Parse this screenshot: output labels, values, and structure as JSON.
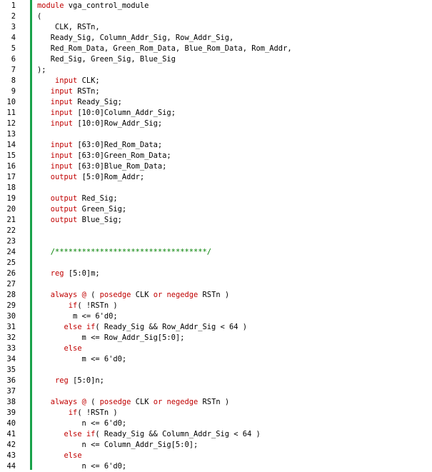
{
  "editor": {
    "colors": {
      "keyword": "#c00000",
      "comment": "#008000",
      "text": "#000000",
      "fold_bar": "#19a24a"
    },
    "lines": [
      {
        "n": "1",
        "tokens": [
          [
            "kw",
            "module"
          ],
          [
            "t",
            " vga_control_module"
          ]
        ]
      },
      {
        "n": "2",
        "tokens": [
          [
            "t",
            "("
          ]
        ]
      },
      {
        "n": "3",
        "tokens": [
          [
            "t",
            "    CLK, RSTn,"
          ]
        ]
      },
      {
        "n": "4",
        "tokens": [
          [
            "t",
            "   Ready_Sig, Column_Addr_Sig, Row_Addr_Sig,"
          ]
        ]
      },
      {
        "n": "5",
        "tokens": [
          [
            "t",
            "   Red_Rom_Data, Green_Rom_Data, Blue_Rom_Data, Rom_Addr,"
          ]
        ]
      },
      {
        "n": "6",
        "tokens": [
          [
            "t",
            "   Red_Sig, Green_Sig, Blue_Sig"
          ]
        ]
      },
      {
        "n": "7",
        "tokens": [
          [
            "t",
            ");"
          ]
        ]
      },
      {
        "n": "8",
        "tokens": [
          [
            "t",
            "    "
          ],
          [
            "kw",
            "input"
          ],
          [
            "t",
            " CLK;"
          ]
        ]
      },
      {
        "n": "9",
        "tokens": [
          [
            "t",
            "   "
          ],
          [
            "kw",
            "input"
          ],
          [
            "t",
            " RSTn;"
          ]
        ]
      },
      {
        "n": "10",
        "tokens": [
          [
            "t",
            "   "
          ],
          [
            "kw",
            "input"
          ],
          [
            "t",
            " Ready_Sig;"
          ]
        ]
      },
      {
        "n": "11",
        "tokens": [
          [
            "t",
            "   "
          ],
          [
            "kw",
            "input"
          ],
          [
            "t",
            " [10:0]Column_Addr_Sig;"
          ]
        ]
      },
      {
        "n": "12",
        "tokens": [
          [
            "t",
            "   "
          ],
          [
            "kw",
            "input"
          ],
          [
            "t",
            " [10:0]Row_Addr_Sig;"
          ]
        ]
      },
      {
        "n": "13",
        "tokens": [
          [
            "t",
            ""
          ]
        ]
      },
      {
        "n": "14",
        "tokens": [
          [
            "t",
            "   "
          ],
          [
            "kw",
            "input"
          ],
          [
            "t",
            " [63:0]Red_Rom_Data;"
          ]
        ]
      },
      {
        "n": "15",
        "tokens": [
          [
            "t",
            "   "
          ],
          [
            "kw",
            "input"
          ],
          [
            "t",
            " [63:0]Green_Rom_Data;"
          ]
        ]
      },
      {
        "n": "16",
        "tokens": [
          [
            "t",
            "   "
          ],
          [
            "kw",
            "input"
          ],
          [
            "t",
            " [63:0]Blue_Rom_Data;"
          ]
        ]
      },
      {
        "n": "17",
        "tokens": [
          [
            "t",
            "   "
          ],
          [
            "kw",
            "output"
          ],
          [
            "t",
            " [5:0]Rom_Addr;"
          ]
        ]
      },
      {
        "n": "18",
        "tokens": [
          [
            "t",
            ""
          ]
        ]
      },
      {
        "n": "19",
        "tokens": [
          [
            "t",
            "   "
          ],
          [
            "kw",
            "output"
          ],
          [
            "t",
            " Red_Sig;"
          ]
        ]
      },
      {
        "n": "20",
        "tokens": [
          [
            "t",
            "   "
          ],
          [
            "kw",
            "output"
          ],
          [
            "t",
            " Green_Sig;"
          ]
        ]
      },
      {
        "n": "21",
        "tokens": [
          [
            "t",
            "   "
          ],
          [
            "kw",
            "output"
          ],
          [
            "t",
            " Blue_Sig;"
          ]
        ]
      },
      {
        "n": "22",
        "tokens": [
          [
            "t",
            ""
          ]
        ]
      },
      {
        "n": "23",
        "tokens": [
          [
            "t",
            ""
          ]
        ]
      },
      {
        "n": "24",
        "tokens": [
          [
            "t",
            "   "
          ],
          [
            "cm",
            "/**********************************/"
          ]
        ]
      },
      {
        "n": "25",
        "tokens": [
          [
            "t",
            ""
          ]
        ]
      },
      {
        "n": "26",
        "tokens": [
          [
            "t",
            "   "
          ],
          [
            "kw",
            "reg"
          ],
          [
            "t",
            " [5:0]m;"
          ]
        ]
      },
      {
        "n": "27",
        "tokens": [
          [
            "t",
            ""
          ]
        ]
      },
      {
        "n": "28",
        "tokens": [
          [
            "t",
            "   "
          ],
          [
            "kw",
            "always"
          ],
          [
            "t",
            " "
          ],
          [
            "kw",
            "@"
          ],
          [
            "t",
            " ( "
          ],
          [
            "kw",
            "posedge"
          ],
          [
            "t",
            " CLK "
          ],
          [
            "kw",
            "or"
          ],
          [
            "t",
            " "
          ],
          [
            "kw",
            "negedge"
          ],
          [
            "t",
            " RSTn )"
          ]
        ]
      },
      {
        "n": "29",
        "tokens": [
          [
            "t",
            "       "
          ],
          [
            "kw",
            "if"
          ],
          [
            "t",
            "( !RSTn )"
          ]
        ]
      },
      {
        "n": "30",
        "tokens": [
          [
            "t",
            "        m <= 6'd0;"
          ]
        ]
      },
      {
        "n": "31",
        "tokens": [
          [
            "t",
            "      "
          ],
          [
            "kw",
            "else if"
          ],
          [
            "t",
            "( Ready_Sig && Row_Addr_Sig < 64 )"
          ]
        ]
      },
      {
        "n": "32",
        "tokens": [
          [
            "t",
            "          m <= Row_Addr_Sig[5:0];"
          ]
        ]
      },
      {
        "n": "33",
        "tokens": [
          [
            "t",
            "      "
          ],
          [
            "kw",
            "else"
          ]
        ]
      },
      {
        "n": "34",
        "tokens": [
          [
            "t",
            "          m <= 6'd0;"
          ]
        ]
      },
      {
        "n": "35",
        "tokens": [
          [
            "t",
            ""
          ]
        ]
      },
      {
        "n": "36",
        "tokens": [
          [
            "t",
            "    "
          ],
          [
            "kw",
            "reg"
          ],
          [
            "t",
            " [5:0]n;"
          ]
        ]
      },
      {
        "n": "37",
        "tokens": [
          [
            "t",
            ""
          ]
        ]
      },
      {
        "n": "38",
        "tokens": [
          [
            "t",
            "   "
          ],
          [
            "kw",
            "always"
          ],
          [
            "t",
            " "
          ],
          [
            "kw",
            "@"
          ],
          [
            "t",
            " ( "
          ],
          [
            "kw",
            "posedge"
          ],
          [
            "t",
            " CLK "
          ],
          [
            "kw",
            "or"
          ],
          [
            "t",
            " "
          ],
          [
            "kw",
            "negedge"
          ],
          [
            "t",
            " RSTn )"
          ]
        ]
      },
      {
        "n": "39",
        "tokens": [
          [
            "t",
            "       "
          ],
          [
            "kw",
            "if"
          ],
          [
            "t",
            "( !RSTn )"
          ]
        ]
      },
      {
        "n": "40",
        "tokens": [
          [
            "t",
            "          n <= 6'd0;"
          ]
        ]
      },
      {
        "n": "41",
        "tokens": [
          [
            "t",
            "      "
          ],
          [
            "kw",
            "else if"
          ],
          [
            "t",
            "( Ready_Sig && Column_Addr_Sig < 64 )"
          ]
        ]
      },
      {
        "n": "42",
        "tokens": [
          [
            "t",
            "          n <= Column_Addr_Sig[5:0];"
          ]
        ]
      },
      {
        "n": "43",
        "tokens": [
          [
            "t",
            "      "
          ],
          [
            "kw",
            "else"
          ]
        ]
      },
      {
        "n": "44",
        "tokens": [
          [
            "t",
            "          n <= 6'd0;"
          ]
        ]
      }
    ]
  }
}
